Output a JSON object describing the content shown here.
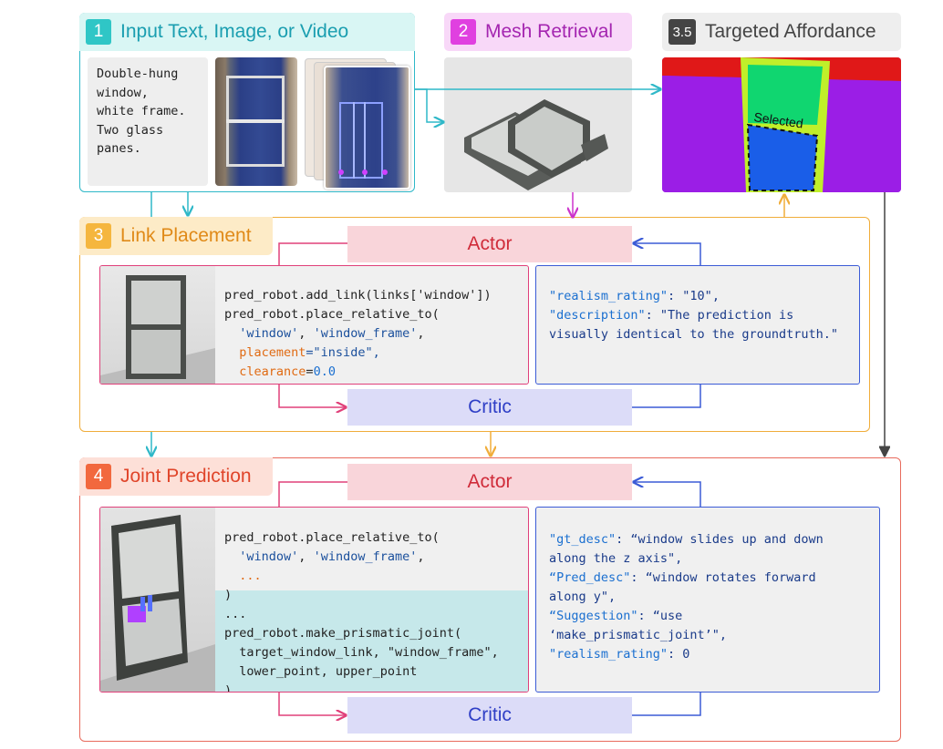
{
  "step1": {
    "num": "1",
    "title": "Input Text, Image, or Video",
    "input_text": [
      "Double-hung",
      "window,",
      "white frame.",
      "Two glass",
      "panes."
    ]
  },
  "step2": {
    "num": "2",
    "title": "Mesh Retrieval"
  },
  "step35": {
    "num": "3.5",
    "title": "Targeted Affordance",
    "selected_label": "Selected"
  },
  "step3": {
    "num": "3",
    "title": "Link Placement",
    "actor_label": "Actor",
    "critic_label": "Critic",
    "code": {
      "l1": "pred_robot.add_link(links['window'])",
      "l2": "pred_robot.place_relative_to(",
      "l3_a": "'window'",
      "l3_sep": ", ",
      "l3_b": "'window_frame'",
      "l3_end": ",",
      "l4_k": "placement",
      "l4_v": "=\"inside\",",
      "l5_k": "clearance",
      "l5_eq": "=",
      "l5_v": "0.0",
      "l6": ")"
    },
    "critic_out": {
      "k1": "\"realism_rating\"",
      "v1": ": \"10\",",
      "k2": "\"description\"",
      "v2a": ": \"The prediction is",
      "v2b": "visually identical to the groundtruth.\""
    }
  },
  "step4": {
    "num": "4",
    "title": "Joint Prediction",
    "actor_label": "Actor",
    "critic_label": "Critic",
    "code": {
      "l1": "pred_robot.place_relative_to(",
      "l2_a": "'window'",
      "l2_sep": ", ",
      "l2_b": "'window_frame'",
      "l2_end": ",",
      "l3": "...",
      "l4": ")",
      "l5": "...",
      "l6": "pred_robot.make_prismatic_joint(",
      "l7": "target_window_link, \"window_frame\",",
      "l8": "lower_point, upper_point",
      "l9": ")"
    },
    "critic_out": {
      "k1": "\"gt_desc\"",
      "v1a": ": “window slides up and down",
      "v1b": "along the z axis\",",
      "k2": "“Pred_desc\"",
      "v2a": ": “window rotates forward",
      "v2b": "along y\",",
      "k3": "“Suggestion\"",
      "v3a": ": “use",
      "v3b": "‘make_prismatic_joint’\",",
      "k4": "\"realism_rating\"",
      "v4": ": 0"
    }
  },
  "colors": {
    "teal": "#2fb8c8",
    "magenta": "#cc33cc",
    "orange": "#f0ad3a",
    "red": "#e86a5c",
    "actor_bg": "#f9d5da",
    "critic_bg": "#dcdcf8",
    "pink_line": "#e0407a",
    "blue_line": "#3b5bd6"
  }
}
